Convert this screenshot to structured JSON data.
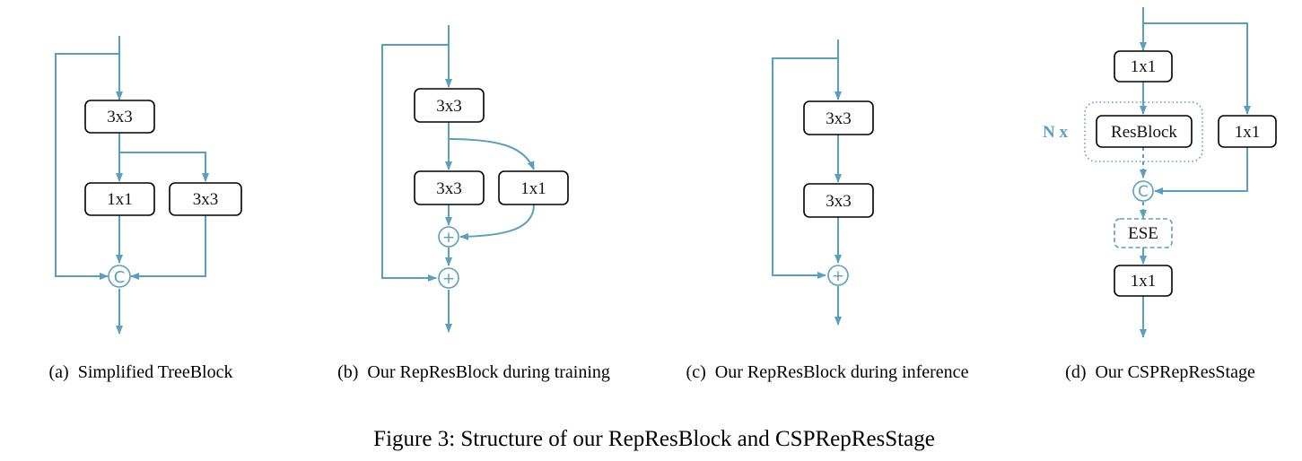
{
  "colors": {
    "wire": "#5b9fbe",
    "box_border": "#000000",
    "text": "#111111"
  },
  "panels": {
    "a": {
      "caption": "(a)  Simplified TreeBlock",
      "box_top": "3x3",
      "box_left": "1x1",
      "box_right": "3x3",
      "node": "C"
    },
    "b": {
      "caption": "(b)  Our RepResBlock during training",
      "box_top": "3x3",
      "box_left": "3x3",
      "box_right": "1x1",
      "node_upper": "+",
      "node_lower": "+"
    },
    "c": {
      "caption": "(c)  Our RepResBlock during inference",
      "box_top": "3x3",
      "box_bottom": "3x3",
      "node": "+"
    },
    "d": {
      "caption": "(d)  Our CSPRepResStage",
      "box_top": "1x1",
      "box_resblock": "ResBlock",
      "box_side": "1x1",
      "box_ese": "ESE",
      "box_bottom": "1x1",
      "repeat_label": "N x",
      "node": "C"
    }
  },
  "figure_caption": "Figure 3: Structure of our RepResBlock and CSPRepResStage"
}
